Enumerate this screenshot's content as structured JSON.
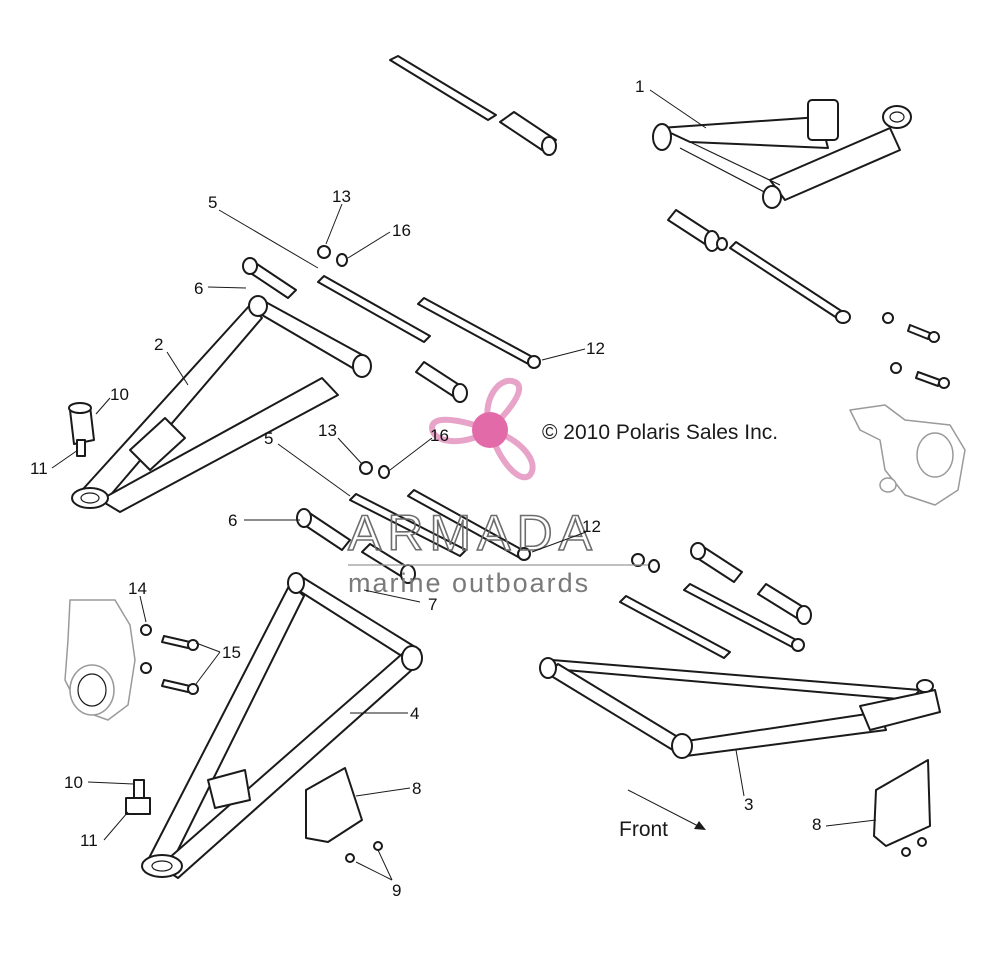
{
  "diagram": {
    "copyright": "© 2010 Polaris Sales Inc.",
    "front_label": "Front",
    "watermark": {
      "title": "ARMADA",
      "subtitle": "marine outboards",
      "logo_color": "#e8a3c9",
      "logo_center_color": "#e36aa9"
    },
    "callouts": {
      "c1": "1",
      "c2": "2",
      "c3": "3",
      "c4": "4",
      "c5a": "5",
      "c5b": "5",
      "c6a": "6",
      "c6b": "6",
      "c7": "7",
      "c8a": "8",
      "c8b": "8",
      "c9": "9",
      "c10a": "10",
      "c10b": "10",
      "c11a": "11",
      "c11b": "11",
      "c12a": "12",
      "c12b": "12",
      "c13a": "13",
      "c13b": "13",
      "c14": "14",
      "c15": "15",
      "c16a": "16",
      "c16b": "16"
    }
  }
}
